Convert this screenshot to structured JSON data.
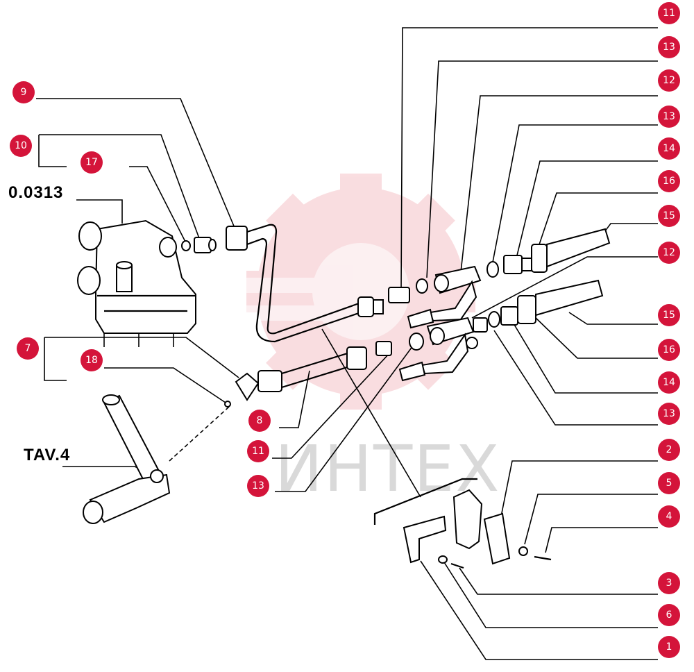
{
  "diagram": {
    "reference_labels": {
      "part_group": "0.0313",
      "table": "TAV.4"
    },
    "watermark": "ИНТЕХ",
    "colors": {
      "callout_fill": "#d4143a",
      "line": "#000000",
      "watermark": "#f0a0a8"
    },
    "callouts": {
      "c1": "11",
      "c2": "13",
      "c3": "12",
      "c4": "13",
      "c5": "14",
      "c6": "16",
      "c7": "15",
      "c8": "12",
      "c9": "15",
      "c10": "16",
      "c11": "14",
      "c12": "13",
      "c13": "2",
      "c14": "5",
      "c15": "4",
      "c16": "3",
      "c17": "6",
      "c18": "1",
      "c19": "9",
      "c20": "10",
      "c21": "17",
      "c22": "7",
      "c23": "18",
      "c24": "8",
      "c25": "11",
      "c26": "13"
    }
  }
}
